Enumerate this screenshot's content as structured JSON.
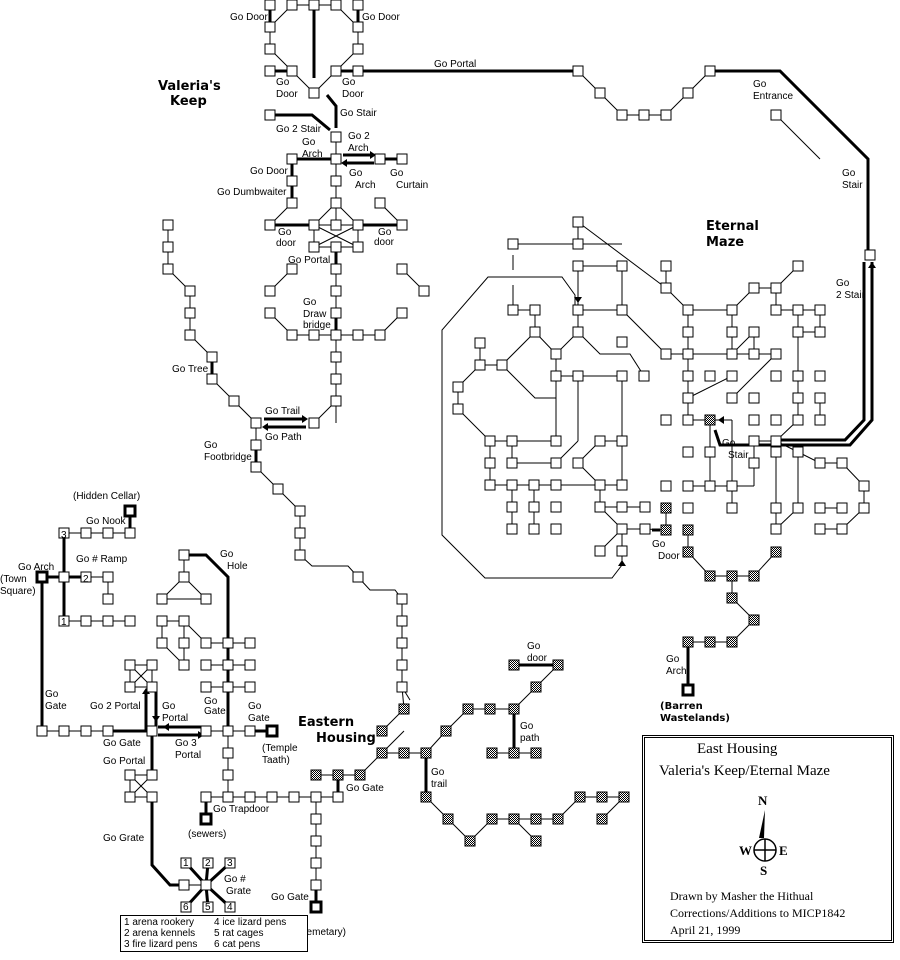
{
  "title": {
    "line1": "East Housing",
    "line2": "Valeria's Keep/Eternal Maze",
    "credits": [
      "Drawn by Masher the Hithual",
      "Corrections/Additions to MICP1842",
      "April 21, 1999"
    ],
    "compass": {
      "n": "N",
      "s": "S",
      "e": "E",
      "w": "W"
    }
  },
  "regions": {
    "valerias_keep": [
      "Valeria's",
      "Keep"
    ],
    "eternal_maze": [
      "Eternal",
      "Maze"
    ],
    "eastern_housing": [
      "Eastern",
      "Housing"
    ]
  },
  "destinations": {
    "hidden_cellar": "(Hidden Cellar)",
    "town_square": [
      "(Town",
      "Square)"
    ],
    "temple_taath": [
      "(Temple",
      "Taath)"
    ],
    "sewers": "(sewers)",
    "cemetary": "(Cemetary)",
    "barren_wastelands": [
      "(Barren",
      "Wastelands)"
    ]
  },
  "labels": {
    "go_door_tl": "Go Door",
    "go_door_tr": "Go Door",
    "go_door_bl": [
      "Go",
      "Door"
    ],
    "go_door_br": [
      "Go",
      "Door"
    ],
    "go_portal_top": "Go Portal",
    "go_stair_keep": "Go Stair",
    "go_2_stair_keep": "Go 2 Stair",
    "go_arch_left": [
      "Go",
      "Arch"
    ],
    "go_2_arch": [
      "Go 2",
      "Arch"
    ],
    "go_arch_right": [
      "Go",
      "Arch"
    ],
    "go_curtain": [
      "Go",
      "Curtain"
    ],
    "go_door_keep": "Go Door",
    "go_dumbwaiter": "Go Dumbwaiter",
    "go_door_lower_l": [
      "Go",
      "door"
    ],
    "go_door_lower_r": [
      "Go",
      "door"
    ],
    "go_portal_keep": "Go Portal",
    "go_drawbridge": [
      "Go",
      "Draw",
      "bridge"
    ],
    "go_tree": "Go Tree",
    "go_trail": "Go Trail",
    "go_path": "Go Path",
    "go_footbridge": [
      "Go",
      "Footbridge"
    ],
    "go_entrance": [
      "Go",
      "Entrance"
    ],
    "go_stair_east": [
      "Go",
      "Stair"
    ],
    "go_2_stair_maze": [
      "Go",
      "2 Stair"
    ],
    "go_stair_maze": [
      "Go",
      "Stair"
    ],
    "go_door_maze": [
      "Go",
      "Door"
    ],
    "go_arch_waste": [
      "Go",
      "Arch"
    ],
    "go_nook": "Go Nook",
    "go_ramp": "Go # Ramp",
    "go_arch_town": "Go Arch",
    "go_hole": [
      "Go",
      "Hole"
    ],
    "go_gate_west": [
      "Go",
      "Gate"
    ],
    "go_2_portal": "Go 2 Portal",
    "go_portal_arena": [
      "Go",
      "Portal"
    ],
    "go_gate_mid": [
      "Go",
      "Gate"
    ],
    "go_gate_temple": [
      "Go",
      "Gate"
    ],
    "go_gate_low": "Go Gate",
    "go_3_portal": [
      "Go 3",
      "Portal"
    ],
    "go_portal_low": "Go Portal",
    "go_trapdoor": "Go Trapdoor",
    "go_grate": "Go Grate",
    "go_num_grate": [
      "Go #",
      "Grate"
    ],
    "go_gate_housing": "Go Gate",
    "go_gate_cemetary": "Go Gate",
    "go_door_housing": [
      "Go",
      "door"
    ],
    "go_path_housing": [
      "Go",
      "path"
    ],
    "go_trail_housing": [
      "Go",
      "trail"
    ]
  },
  "numbered_rooms": [
    "1",
    "2",
    "3",
    "4",
    "5",
    "6",
    "3",
    "2",
    "1"
  ],
  "legend": {
    "rows": [
      [
        "1  arena rookery",
        "4  ice lizard pens"
      ],
      [
        "2  arena kennels",
        "5  rat cages"
      ],
      [
        "3  fire lizard pens",
        "6  cat pens"
      ]
    ]
  }
}
